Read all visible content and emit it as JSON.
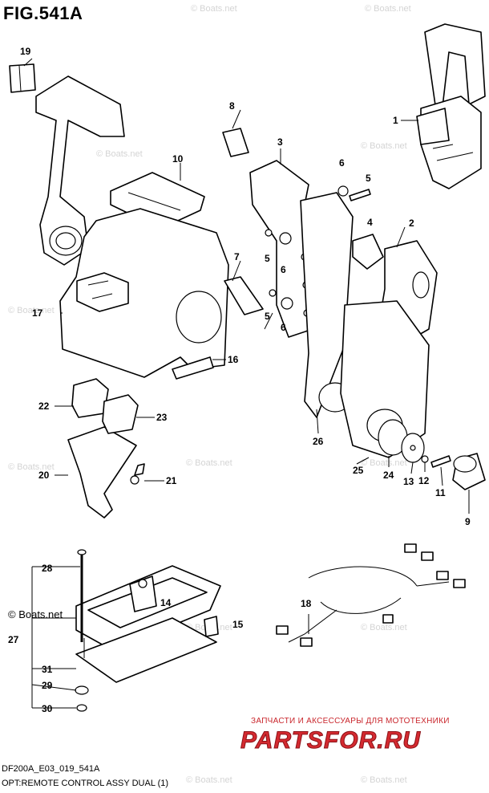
{
  "figure": {
    "title": "FIG.541A",
    "code": "DF200A_E03_019_541A",
    "caption": "OPT:REMOTE CONTROL ASSY DUAL (1)"
  },
  "callouts": [
    "1",
    "2",
    "3",
    "4",
    "5",
    "5",
    "5",
    "6",
    "6",
    "6",
    "7",
    "8",
    "9",
    "10",
    "11",
    "12",
    "13",
    "14",
    "15",
    "16",
    "17",
    "18",
    "19",
    "20",
    "21",
    "22",
    "23",
    "24",
    "25",
    "26",
    "27",
    "28",
    "29",
    "30",
    "31"
  ],
  "watermark": "© Boats.net",
  "brand": {
    "tagline": "ЗАПЧАСТИ И АКСЕССУАРЫ ДЛЯ МОТОТЕХНИКИ",
    "logo": "PARTSFOR.RU",
    "color": "#d42a30"
  }
}
